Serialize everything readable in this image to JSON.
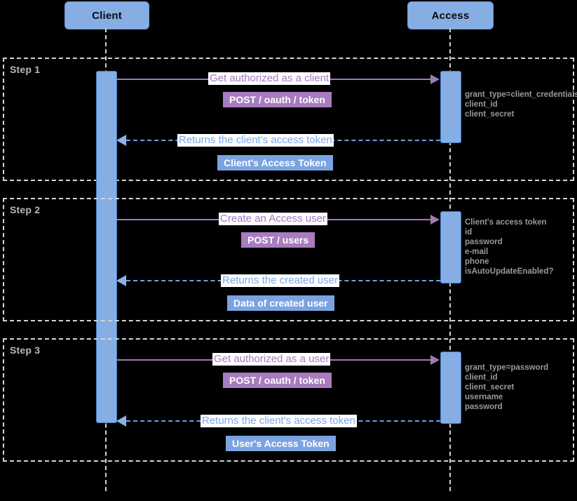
{
  "diagram": {
    "type": "sequence-diagram",
    "background_color": "#000000",
    "participants": [
      {
        "id": "client",
        "label": "Client"
      },
      {
        "id": "access",
        "label": "Access"
      }
    ],
    "colors": {
      "participant_box": "#87AEE4",
      "activation_bar": "#87AEE4",
      "request_arrow": "#9f7bb5",
      "request_label": "#a578bd",
      "request_badge": "#a87cbe",
      "response_arrow": "#6f9fe0",
      "response_label": "#7aa6e2",
      "response_badge": "#7aa3e0",
      "frame_border": "#d4d4d4",
      "frame_label": "#b9b9b9",
      "annotation_text": "#9a9a9a"
    },
    "steps": [
      {
        "label": "Step 1",
        "request": {
          "text": "Get authorized as a client",
          "badge": "POST / oauth / token",
          "direction": "client-to-access"
        },
        "response": {
          "text": "Returns the client's access token",
          "badge": "Client's Access Token",
          "direction": "access-to-client"
        },
        "annotation": [
          "grant_type=client_credentials",
          "client_id",
          "client_secret"
        ]
      },
      {
        "label": "Step 2",
        "request": {
          "text": "Create an Access user",
          "badge": "POST / users",
          "direction": "client-to-access"
        },
        "response": {
          "text": "Returns the created user",
          "badge": "Data of created user",
          "direction": "access-to-client"
        },
        "annotation": [
          "Client's access token",
          "id",
          "password",
          "e-mail",
          "phone",
          "isAutoUpdateEnabled?"
        ]
      },
      {
        "label": "Step 3",
        "request": {
          "text": "Get authorized as a user",
          "badge": "POST / oauth / token",
          "direction": "client-to-access"
        },
        "response": {
          "text": "Returns the client's access token",
          "badge": "User's Access Token",
          "direction": "access-to-client"
        },
        "annotation": [
          "grant_type=password",
          "client_id",
          "client_secret",
          "username",
          "password"
        ]
      }
    ]
  }
}
